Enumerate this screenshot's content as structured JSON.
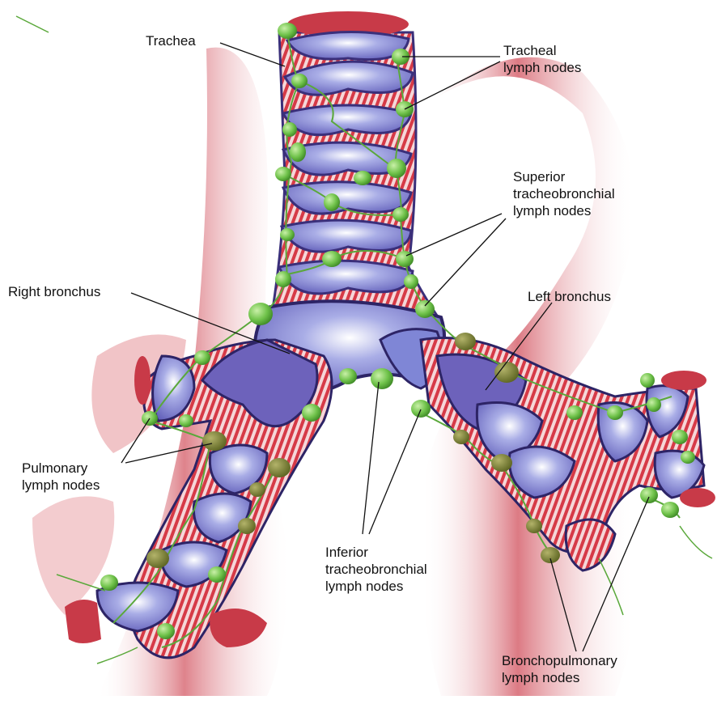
{
  "labels": {
    "trachea": "Trachea",
    "tracheal_nodes": "Tracheal\nlymph nodes",
    "superior_nodes": "Superior\ntracheobronchial\nlymph nodes",
    "right_bronchus": "Right bronchus",
    "left_bronchus": "Left bronchus",
    "pulmonary_nodes": "Pulmonary\nlymph nodes",
    "inferior_nodes": "Inferior\ntracheobronchial\nlymph nodes",
    "bronchopulmonary_nodes": "Bronchopulmonary\nlymph nodes"
  },
  "colors": {
    "cartilage_blue": "#7f86d6",
    "cartilage_dark": "#4b3f9a",
    "membrane_red": "#d64a55",
    "vessel_red": "#c43a48",
    "node_green": "#6fc24a",
    "node_dark": "#6e7a2c",
    "leader_line": "#111111"
  }
}
